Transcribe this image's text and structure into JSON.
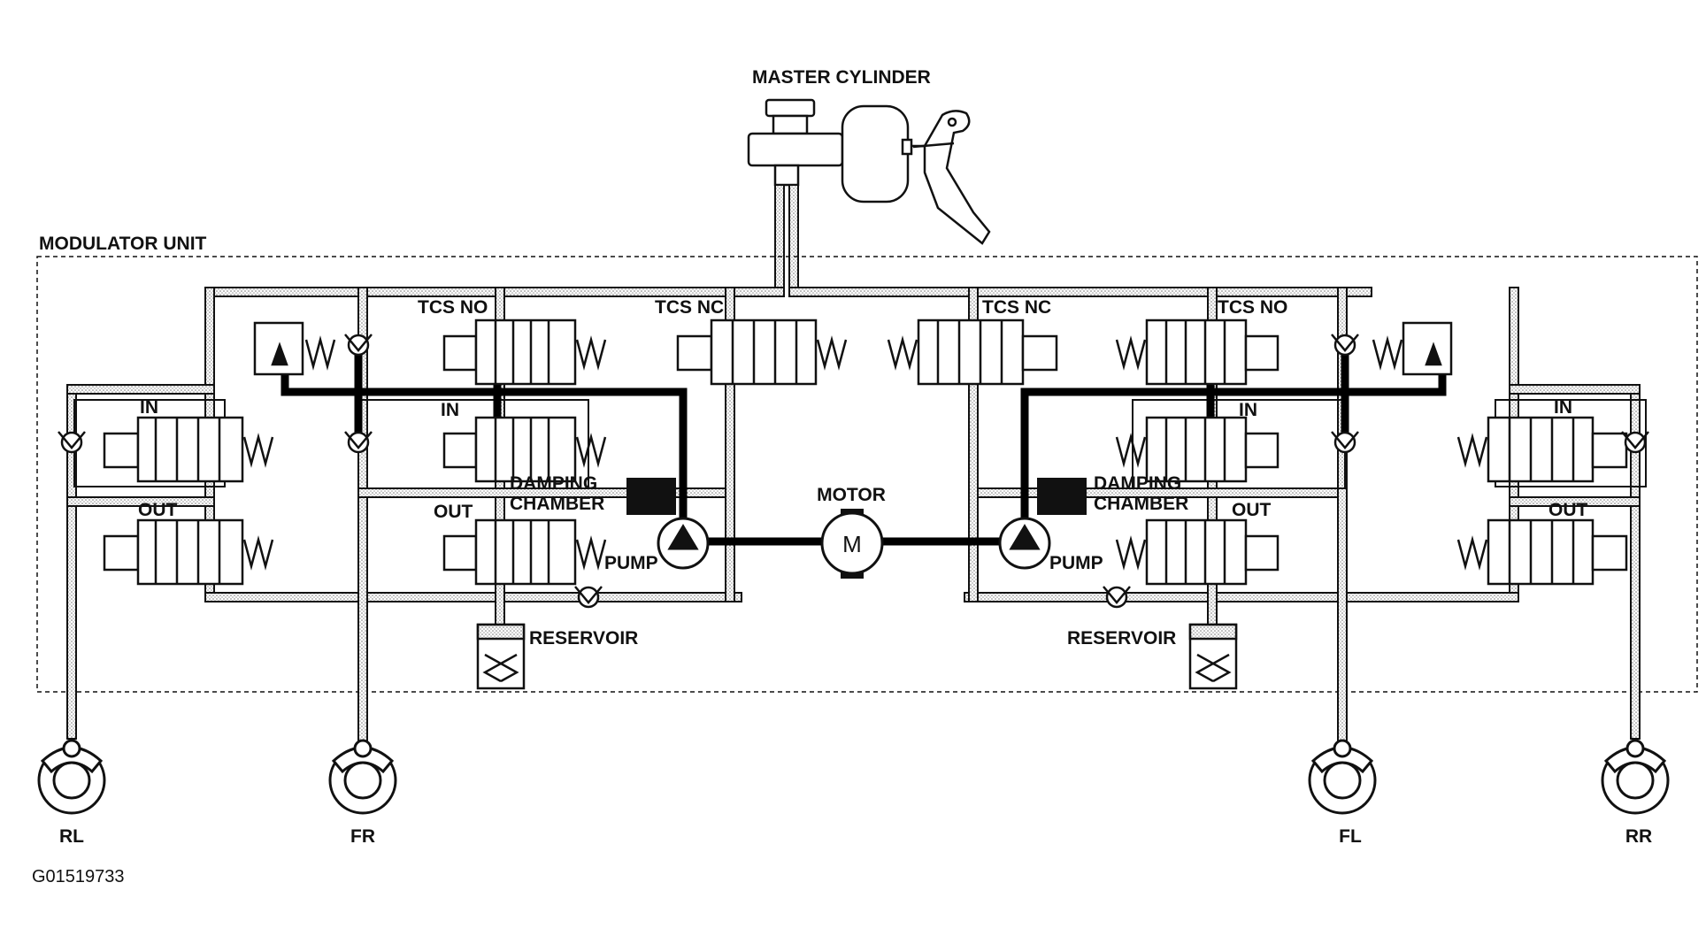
{
  "title": "MASTER CYLINDER",
  "unit_label": "MODULATOR UNIT",
  "motor_label": "MOTOR",
  "motor_symbol": "M",
  "left": {
    "tcs_no": "TCS NO",
    "tcs_nc": "TCS NC",
    "in_outer": "IN",
    "in_inner": "IN",
    "out_outer": "OUT",
    "out_inner": "OUT",
    "damping_1": "DAMPING",
    "damping_2": "CHAMBER",
    "pump": "PUMP",
    "reservoir": "RESERVOIR"
  },
  "right": {
    "tcs_no": "TCS NO",
    "tcs_nc": "TCS NC",
    "in_outer": "IN",
    "in_inner": "IN",
    "out_outer": "OUT",
    "out_inner": "OUT",
    "damping_1": "DAMPING",
    "damping_2": "CHAMBER",
    "pump": "PUMP",
    "reservoir": "RESERVOIR"
  },
  "wheels": {
    "rl": "RL",
    "fr": "FR",
    "fl": "FL",
    "rr": "RR"
  },
  "figure_code": "G01519733"
}
